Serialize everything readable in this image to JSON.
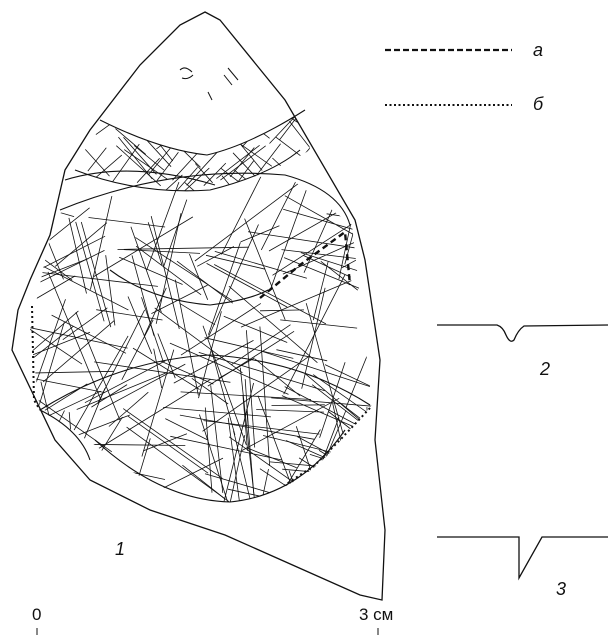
{
  "legend": [
    {
      "key": "a",
      "text": "а",
      "line_style": "dashed"
    },
    {
      "key": "b",
      "text": "б",
      "line_style": "dotted"
    }
  ],
  "figure_labels": {
    "artifact": "1",
    "profile_v": "2",
    "profile_step": "3"
  },
  "scale": {
    "start": "0",
    "end": "3 см"
  },
  "colors": {
    "ink": "#111111",
    "background": "#ffffff"
  }
}
